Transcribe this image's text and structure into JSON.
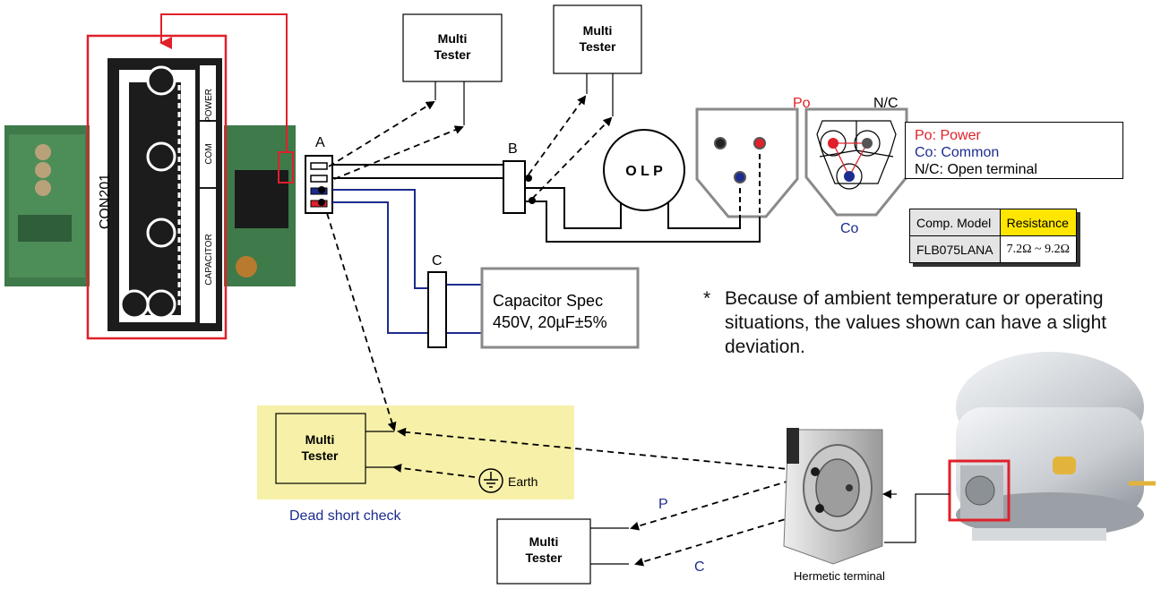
{
  "connector_labels": {
    "board": "CON201",
    "power": "POWER",
    "common": "COM",
    "capacitor": "CAPACITOR"
  },
  "points": {
    "a": "A",
    "b": "B",
    "c": "C"
  },
  "multi_tester": {
    "line1": "Multi",
    "line2": "Tester"
  },
  "olp": "O L P",
  "terminal_labels": {
    "power": "Po",
    "open": "N/C",
    "common": "Co"
  },
  "legend": {
    "power": "Po: Power",
    "common": "Co: Common",
    "open": "N/C: Open terminal",
    "colors": {
      "power": "#e0202a",
      "common": "#1c2c8f",
      "open": "#000000"
    }
  },
  "resistance_table": {
    "headers": [
      "Comp. Model",
      "Resistance"
    ],
    "rows": [
      [
        "FLB075LANA",
        "7.2Ω ~ 9.2Ω"
      ]
    ]
  },
  "capacitor_spec": {
    "line1": "Capacitor Spec",
    "line2": "450V, 20µF±5%"
  },
  "note": {
    "star": "*",
    "text": "Because of ambient temperature or operating situations, the values shown can have a slight deviation."
  },
  "dead_short": {
    "earth": "Earth",
    "caption": "Dead short check"
  },
  "hermetic": {
    "p": "P",
    "c": "C",
    "caption": "Hermetic terminal"
  },
  "colors": {
    "red": "#e0202a",
    "blue": "#1c2c8f",
    "highlight": "#f7f0a8",
    "pcb_green": "#3e7a4a"
  }
}
